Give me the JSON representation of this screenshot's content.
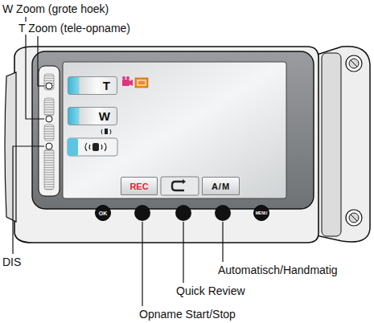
{
  "diagram": {
    "nodes": [
      {
        "text": [
          "T"
        ]
      },
      {
        "text": [
          "W"
        ]
      },
      {
        "text": [
          "REC"
        ]
      },
      {
        "text": [
          "A/M"
        ]
      },
      {
        "text": [
          "OK"
        ]
      },
      {
        "text": [
          "MENU"
        ]
      }
    ],
    "labels": [
      "W Zoom (grote hoek)",
      "T Zoom (tele-opname)",
      "DIS",
      "Automatisch/Handmatig",
      "Quick Review",
      "Opname Start/Stop"
    ]
  }
}
